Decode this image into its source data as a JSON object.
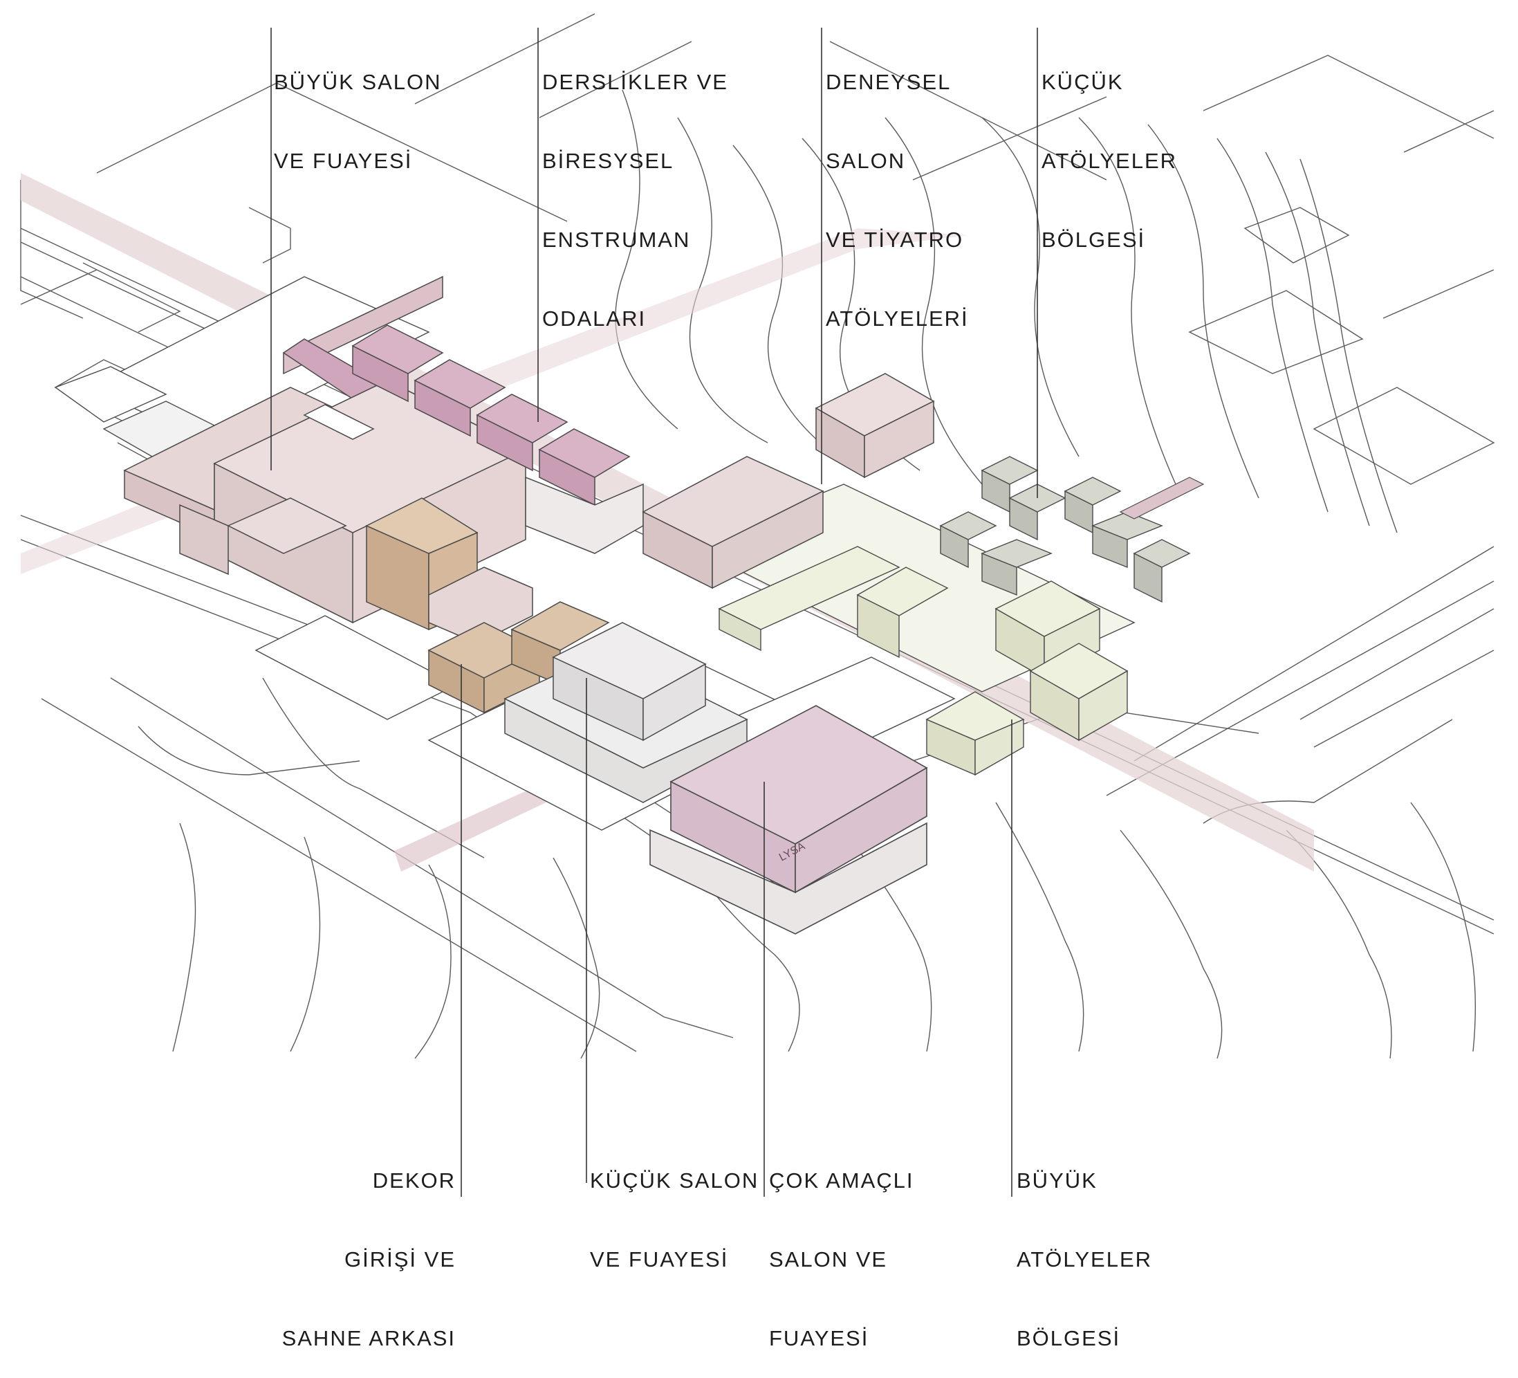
{
  "labels_top": [
    {
      "id": "buyuk-salon",
      "lines": [
        "BÜYÜK SALON",
        "VE FUAYESİ"
      ]
    },
    {
      "id": "derslikler",
      "lines": [
        "DERSLİKLER VE",
        "BİRESYSEL",
        "ENSTRUMAN",
        "ODALARI"
      ]
    },
    {
      "id": "deneysel",
      "lines": [
        "DENEYSEL",
        "SALON",
        "VE TİYATRO",
        "ATÖLYELERİ"
      ]
    },
    {
      "id": "kucuk-atolyeler",
      "lines": [
        "KÜÇÜK",
        "ATÖLYELER",
        "BÖLGESİ"
      ]
    }
  ],
  "labels_bottom": [
    {
      "id": "dekor",
      "lines": [
        "DEKOR",
        "GİRİŞİ VE",
        "SAHNE ARKASI"
      ]
    },
    {
      "id": "kucuk-salon",
      "lines": [
        "KÜÇÜK SALON",
        "VE FUAYESİ"
      ]
    },
    {
      "id": "cok-amacli",
      "lines": [
        "ÇOK AMAÇLI",
        "SALON VE",
        "FUAYESİ"
      ]
    },
    {
      "id": "buyuk-atolyeler",
      "lines": [
        "BÜYÜK",
        "ATÖLYELER",
        "BÖLGESİ"
      ]
    }
  ],
  "building_sign": "LYSA",
  "colors": {
    "pink_light": "#e8d8d8",
    "pink_medium": "#dcc2cb",
    "mauve": "#cfa6bc",
    "tan": "#d9bea1",
    "grey": "#dedcdc",
    "green_light": "#edf0dc",
    "green_grey": "#cfd1c8",
    "leader_line": "#333333"
  }
}
